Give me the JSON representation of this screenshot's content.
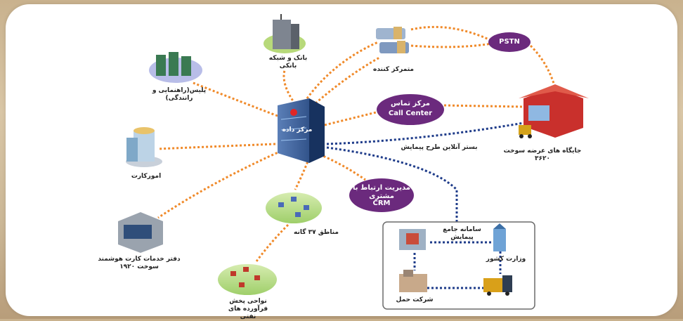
{
  "colors": {
    "orange_link": "#f08a2a",
    "blue_link": "#1f3c8a",
    "cloud_purple": "#6b2a7d",
    "panel": "#ffffff"
  },
  "nodes": {
    "center": "مرکز داده",
    "bank": "بانک و شبکه بانکی",
    "aggregator": "متمرکز کننده",
    "pstn": "PSTN",
    "police": "پلیس(راهنمایی و رانندگی)",
    "call_center_fa": "مرکز تماس",
    "call_center_en": "Call Center",
    "fuel_station": "جایگاه های عرضه سوخت ۳۶۲۰",
    "online_platform": "بستر آنلاین طرح پیمایش",
    "card_issuer": "امورکارت",
    "crm_fa": "مدیریت ارتباط با مشتری",
    "crm_en": "CRM",
    "regions": "مناطق ۳۷ گانه",
    "smart_card_office": "دفتر خدمات کارت هوشمند سوخت ۱۹۲۰",
    "distribution": "نواحی پخش فرآورده های نفتی",
    "survey_system": "سامانه جامع پیمایش",
    "interior_ministry": "وزارت کشور",
    "transport_company": "شرکت حمل"
  }
}
